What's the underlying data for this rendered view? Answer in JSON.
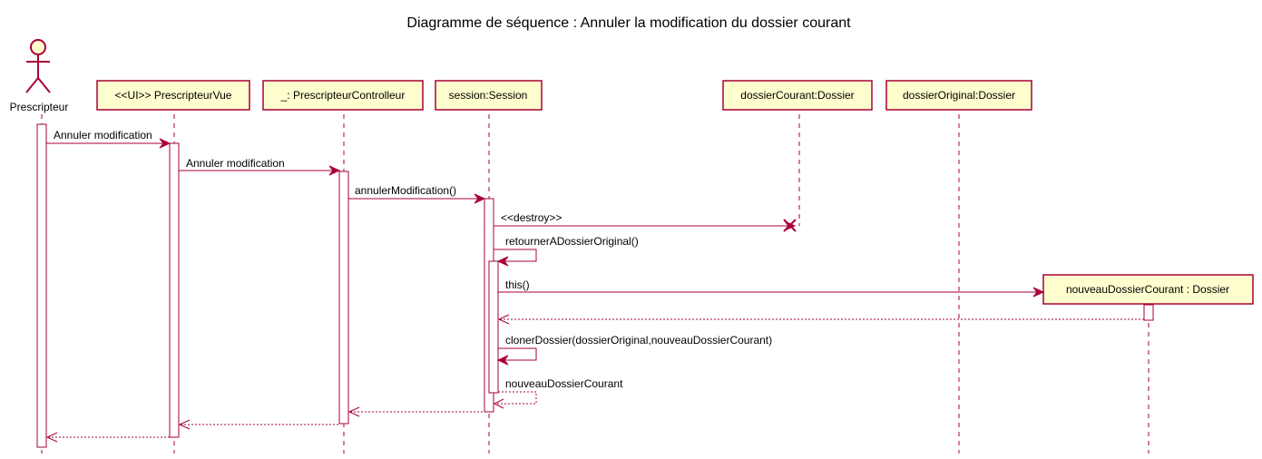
{
  "diagram": {
    "title": "Diagramme de séquence : Annuler la modification du dossier courant",
    "actor_name": "Prescripteur",
    "participants": [
      "<<UI>> PrescripteurVue",
      "_: PrescripteurControlleur",
      "session:Session",
      "dossierCourant:Dossier",
      "dossierOriginal:Dossier",
      "nouveauDossierCourant : Dossier"
    ],
    "messages": [
      "Annuler modification",
      "Annuler modification",
      "annulerModification()",
      "<<destroy>>",
      "retournerADossierOriginal()",
      "this()",
      "clonerDossier(dossierOriginal,nouveauDossierCourant)",
      "nouveauDossierCourant"
    ],
    "colors": {
      "border": "#A80036",
      "box_fill": "#FEFECE"
    }
  }
}
